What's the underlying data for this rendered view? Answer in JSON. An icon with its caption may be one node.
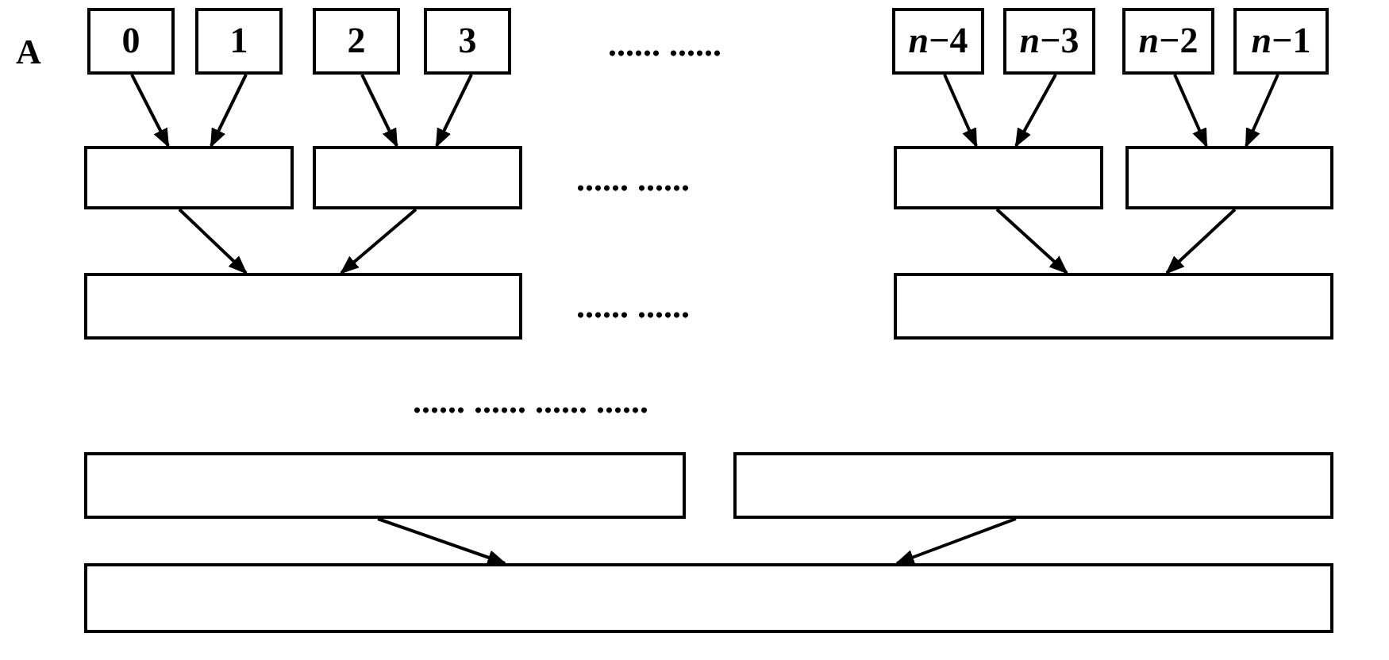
{
  "diagram": {
    "nodes": [
      {
        "text": [
          "0"
        ]
      },
      {
        "text": [
          "1"
        ]
      },
      {
        "text": [
          "2"
        ]
      },
      {
        "text": [
          "3"
        ]
      },
      {
        "text": [
          "*n*−4"
        ]
      },
      {
        "text": [
          "*n*−3"
        ]
      },
      {
        "text": [
          "*n*−2"
        ]
      },
      {
        "text": [
          "*n*−1"
        ]
      },
      {
        "text": [],
        "shape": "box"
      },
      {
        "text": [],
        "shape": "box"
      },
      {
        "text": [],
        "shape": "box"
      },
      {
        "text": [],
        "shape": "box"
      },
      {
        "text": [],
        "shape": "box"
      },
      {
        "text": [],
        "shape": "box"
      },
      {
        "text": [],
        "shape": "box"
      },
      {
        "text": [],
        "shape": "box"
      },
      {
        "text": [],
        "shape": "box"
      }
    ],
    "edges": [
      {
        "from": 0,
        "to": 8,
        "arrow": "to"
      },
      {
        "from": 1,
        "to": 8,
        "arrow": "to"
      },
      {
        "from": 2,
        "to": 9,
        "arrow": "to"
      },
      {
        "from": 3,
        "to": 9,
        "arrow": "to"
      },
      {
        "from": 4,
        "to": 10,
        "arrow": "to"
      },
      {
        "from": 5,
        "to": 10,
        "arrow": "to"
      },
      {
        "from": 6,
        "to": 11,
        "arrow": "to"
      },
      {
        "from": 7,
        "to": 11,
        "arrow": "to"
      },
      {
        "from": 8,
        "to": 12,
        "arrow": "to"
      },
      {
        "from": 9,
        "to": 12,
        "arrow": "to"
      },
      {
        "from": 10,
        "to": 13,
        "arrow": "to"
      },
      {
        "from": 11,
        "to": 13,
        "arrow": "to"
      },
      {
        "from": 14,
        "to": 16,
        "arrow": "to"
      },
      {
        "from": 15,
        "to": 16,
        "arrow": "to"
      }
    ],
    "labels": [
      "A",
      "...... ......",
      "...... ......",
      "...... ......",
      "...... ...... ...... ......"
    ]
  }
}
